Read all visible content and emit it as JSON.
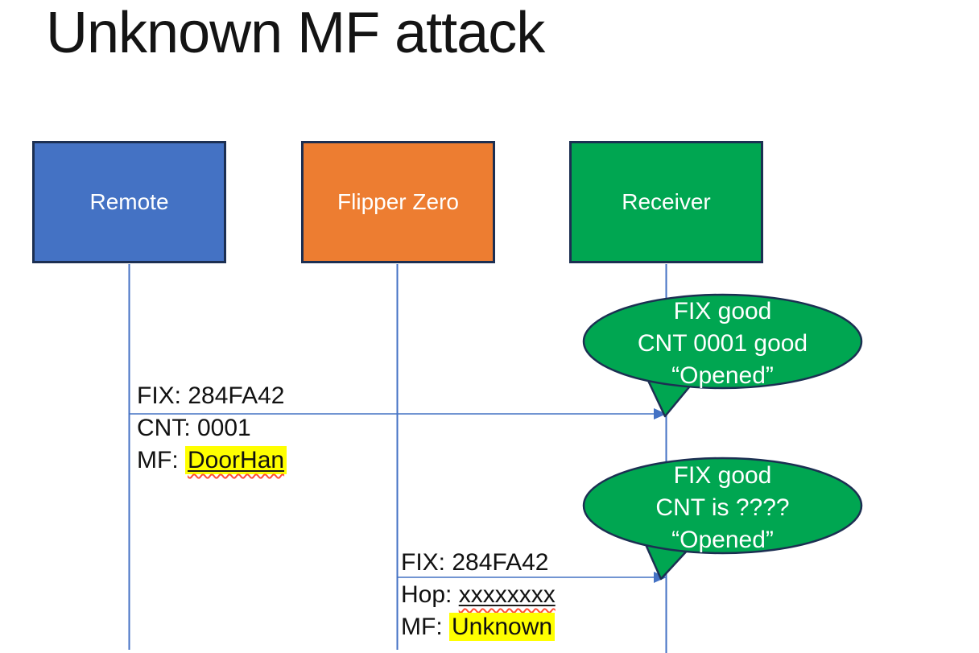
{
  "title": "Unknown MF attack",
  "actors": [
    {
      "label": "Remote",
      "color": "#4472C4"
    },
    {
      "label": "Flipper Zero",
      "color": "#ED7D31"
    },
    {
      "label": "Receiver",
      "color": "#00A651"
    }
  ],
  "messages": [
    {
      "label_lines": [
        {
          "text": "FIX: 284FA42"
        },
        {
          "text": "CNT: 0001"
        },
        {
          "prefix": "MF: ",
          "value": "DoorHan"
        }
      ]
    },
    {
      "label_lines": [
        {
          "text": "FIX: 284FA42"
        },
        {
          "prefix": "Hop: ",
          "value": "xxxxxxxx"
        },
        {
          "prefix": "MF: ",
          "value": "Unknown"
        }
      ]
    }
  ],
  "callouts": [
    {
      "lines": [
        "FIX good",
        "CNT 0001 good",
        "“Opened”"
      ]
    },
    {
      "lines": [
        "FIX good",
        "CNT is ????",
        "“Opened”"
      ]
    }
  ],
  "colors": {
    "remote_fill": "#4472C4",
    "flipper_fill": "#ED7D31",
    "receiver_fill": "#00A651",
    "callout_fill": "#00A651",
    "shape_outline": "#1C2F52",
    "connector_blue": "#4472C4",
    "highlight_yellow": "#FFFF00",
    "squiggle_red": "#FF4F38",
    "text_black": "#111111",
    "text_white": "#FFFFFF"
  }
}
